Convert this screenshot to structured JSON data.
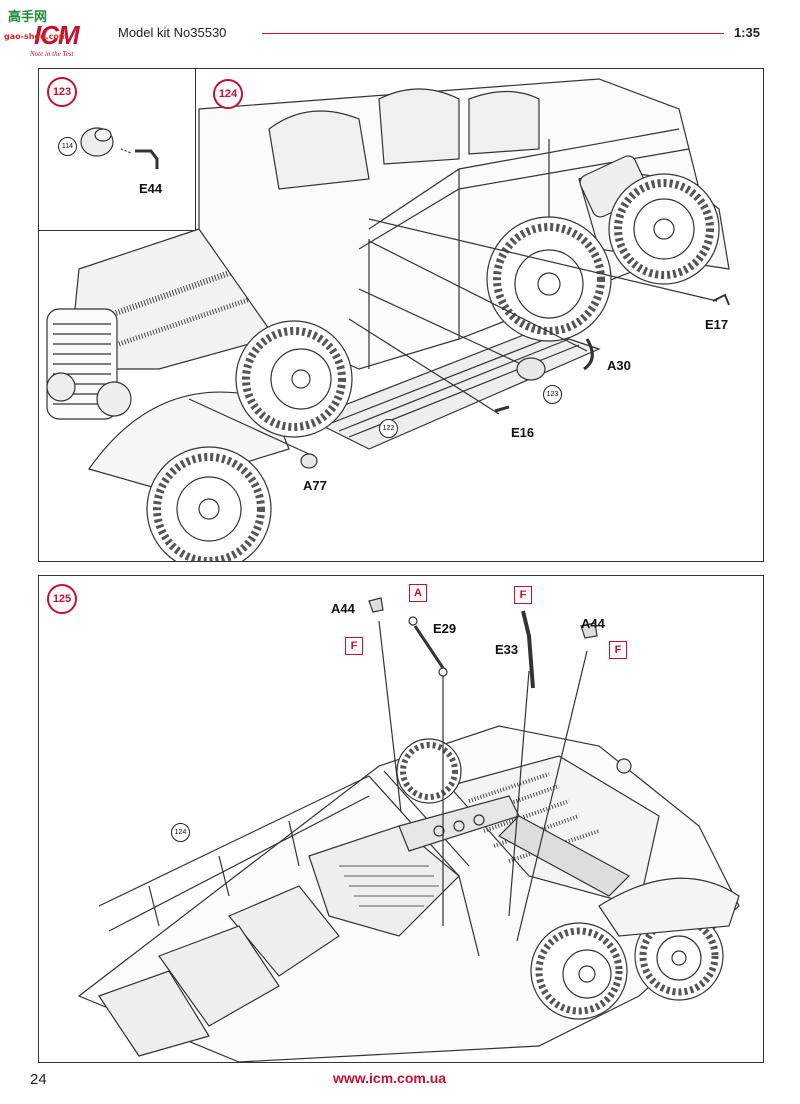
{
  "header": {
    "logo_text": "ICM",
    "logo_slogan": "Note in the Test",
    "watermark_site": "高手网",
    "watermark_url": "gao-shou.com",
    "model_kit": "Model kit No35530",
    "scale": "1:35"
  },
  "panel_top": {
    "inset_step": "123",
    "main_step": "124",
    "inset_ref": "114",
    "inset_part": "E44",
    "refs": [
      "123",
      "122"
    ],
    "parts": {
      "e17": "E17",
      "a30": "A30",
      "e16": "E16",
      "a77": "A77"
    }
  },
  "panel_bottom": {
    "step": "125",
    "ref": "124",
    "parts": {
      "a44_left": "A44",
      "e29": "E29",
      "e33": "E33",
      "a44_right": "A44"
    },
    "markers": {
      "f_left": "F",
      "a": "A",
      "f_mid": "F",
      "f_right": "F"
    }
  },
  "footer": {
    "page_number": "24",
    "url": "www.icm.com.ua"
  },
  "colors": {
    "accent": "#c8102e"
  }
}
